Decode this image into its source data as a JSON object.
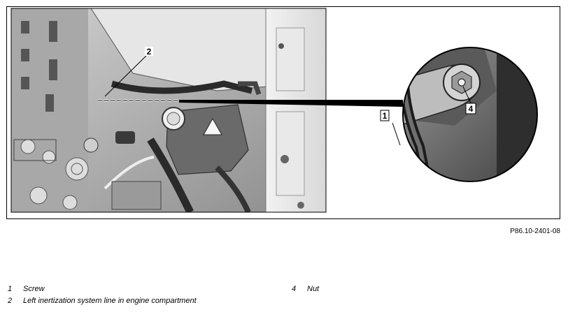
{
  "figure": {
    "reference": "P86.10-2401-08",
    "callouts": {
      "c1": "1",
      "c2": "2",
      "c4": "4"
    }
  },
  "legend": {
    "items": [
      {
        "number": "1",
        "text": "Screw"
      },
      {
        "number": "2",
        "text": "Left inertization system line in engine compartment"
      },
      {
        "number": "4",
        "text": "Nut"
      }
    ]
  }
}
